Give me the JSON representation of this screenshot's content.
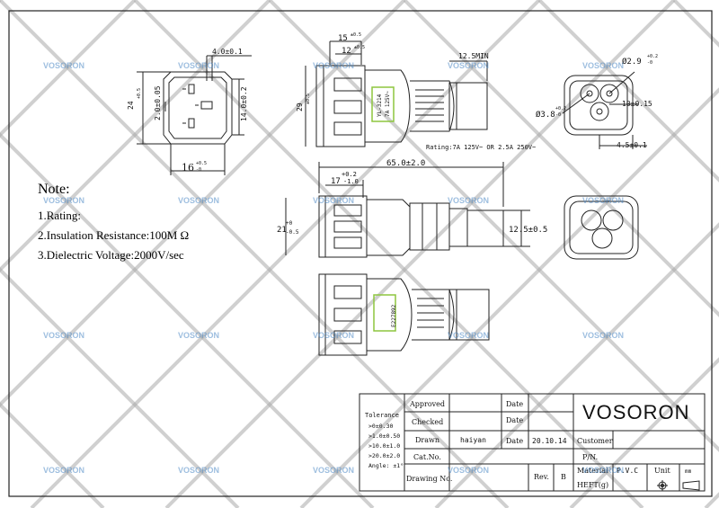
{
  "watermark": "VOSORON",
  "colors": {
    "line": "#222222",
    "watermark": "#4d88c4",
    "lattice": "#aaaaaa",
    "highlight": "#8dc63f"
  },
  "notes": {
    "title": "Note:",
    "items": [
      "1.Rating:",
      "2.Insulation Resistance:100M Ω",
      "3.Dielectric Voltage:2000V/sec"
    ]
  },
  "dimensions": {
    "d1": "4.0±0.1",
    "d2": "24",
    "d2_tol_up": "+0.5",
    "d2_tol_dn": "-0",
    "d3": "2.0±0.05",
    "d4": "14.0±0.2",
    "d5": "16",
    "d5_tol_up": "+0.5",
    "d5_tol_dn": "-0",
    "d6": "15",
    "d6_tol": "±0.5",
    "d7": "12",
    "d7_tol": "±0.5",
    "d8": "12.5MIN",
    "d9": "29",
    "d9_tol": "±0.5",
    "d10": "65.0±2.0",
    "d11": "17",
    "d11_tol_up": "+0.2",
    "d11_tol_dn": "-1.0",
    "d12": "21",
    "d12_tol_up": "+0",
    "d12_tol_dn": "-0.5",
    "d13": "12.5±0.5",
    "d14": "Ø2.9",
    "d14_tol_up": "+0.2",
    "d14_tol_dn": "-0",
    "d15": "10±0.15",
    "d16": "Ø3.8",
    "d16_tol_up": "+0.2",
    "d16_tol_dn": "-0",
    "d17": "4.5±0.1"
  },
  "rating_text": "Rating:7A 125V~ OR 2.5A 250V~",
  "body_marks": {
    "top": [
      "YL-3214",
      "7A 125V~"
    ],
    "bottom": [
      "E227892"
    ]
  },
  "title_block": {
    "tolerance_title": "Tolerance",
    "tolerances": [
      ">0±0.30",
      ">1.0±0.50",
      ">10.0±1.0",
      ">20.0±2.0",
      "Angle: ±1°"
    ],
    "labels": {
      "approved": "Approved",
      "checked": "Checked",
      "drawn": "Drawn",
      "cat_no": "Cat.No.",
      "drawing_no": "Drawing No.",
      "date": "Date",
      "rev": "Rev.",
      "customer": "Customer",
      "pn": "P/N.",
      "material": "Material",
      "heft": "HEFT(g)",
      "unit": "Unit"
    },
    "values": {
      "drawn_by": "haiyan",
      "drawn_date": "20.10.14",
      "rev": "B",
      "material": "P.V.C",
      "unit": "mm",
      "company": "VOSORON"
    }
  }
}
